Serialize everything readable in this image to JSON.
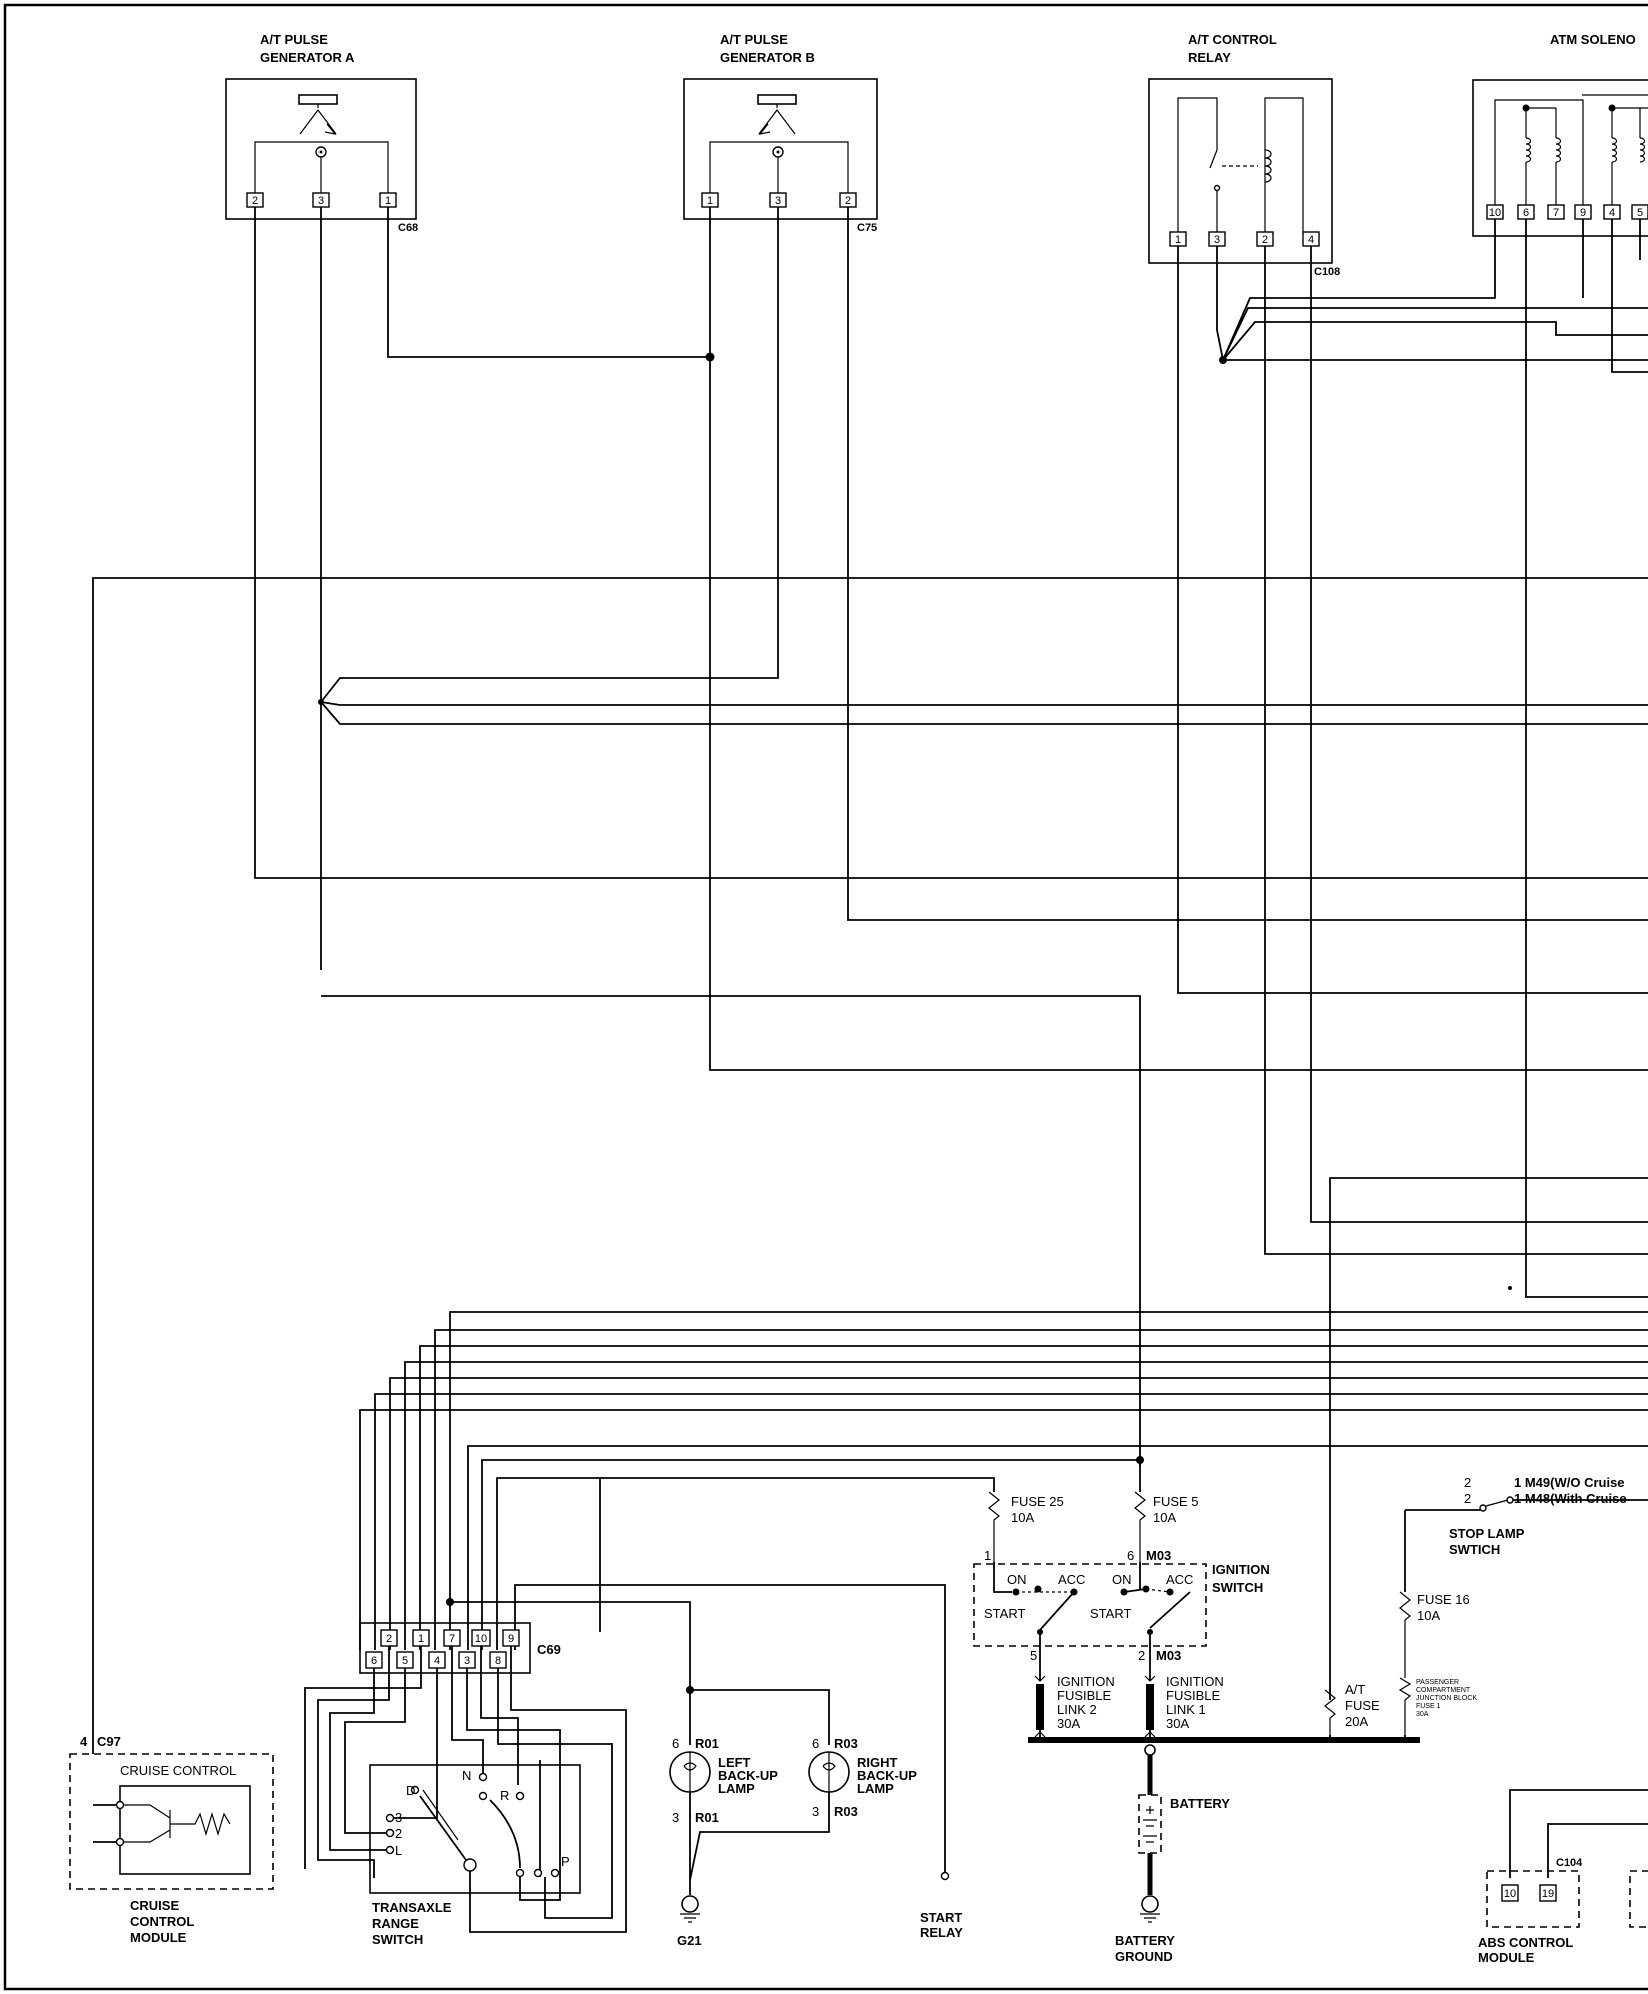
{
  "components": {
    "pulse_gen_a": {
      "title_1": "A/T PULSE",
      "title_2": "GENERATOR A",
      "connector": "C68",
      "pins": [
        "2",
        "3",
        "1"
      ]
    },
    "pulse_gen_b": {
      "title_1": "A/T PULSE",
      "title_2": "GENERATOR B",
      "connector": "C75",
      "pins": [
        "1",
        "3",
        "2"
      ]
    },
    "control_relay": {
      "title_1": "A/T CONTROL",
      "title_2": "RELAY",
      "connector": "C108",
      "pins": [
        "1",
        "3",
        "2",
        "4"
      ]
    },
    "atm_solenoid": {
      "title": "ATM SOLENO",
      "pins": [
        "10",
        "6",
        "7",
        "9",
        "4",
        "5"
      ]
    },
    "range_switch": {
      "connector": "C69",
      "top_pins": [
        "2",
        "1",
        "7",
        "10",
        "9"
      ],
      "bottom_pins": [
        "6",
        "5",
        "4",
        "3",
        "8"
      ],
      "positions": [
        "3",
        "2",
        "L",
        "D",
        "N",
        "R",
        "P"
      ],
      "label_1": "TRANSAXLE",
      "label_2": "RANGE",
      "label_3": "SWITCH"
    },
    "cruise": {
      "pin": "4",
      "connector": "C97",
      "inner": "CRUISE CONTROL",
      "label_1": "CRUISE",
      "label_2": "CONTROL",
      "label_3": "MODULE"
    },
    "left_lamp": {
      "pin_top": "6",
      "conn_top": "R01",
      "pin_bot": "3",
      "conn_bot": "R01",
      "label_1": "LEFT",
      "label_2": "BACK-UP",
      "label_3": "LAMP"
    },
    "right_lamp": {
      "pin_top": "6",
      "conn_top": "R03",
      "pin_bot": "3",
      "conn_bot": "R03",
      "label_1": "RIGHT",
      "label_2": "BACK-UP",
      "label_3": "LAMP"
    },
    "ground_g21": "G21",
    "start_relay": {
      "label_1": "START",
      "label_2": "RELAY"
    },
    "fuse25": {
      "name": "FUSE 25",
      "rating": "10A",
      "pin": "1"
    },
    "fuse5": {
      "name": "FUSE 5",
      "rating": "10A",
      "pin": "6",
      "conn": "M03"
    },
    "ignition": {
      "label_1": "IGNITION",
      "label_2": "SWITCH",
      "on": "ON",
      "acc": "ACC",
      "start": "START",
      "pin_5": "5",
      "pin_2": "2",
      "conn_bottom": "M03"
    },
    "link2": {
      "l1": "IGNITION",
      "l2": "FUSIBLE",
      "l3": "LINK 2",
      "rating": "30A"
    },
    "link1": {
      "l1": "IGNITION",
      "l2": "FUSIBLE",
      "l3": "LINK 1",
      "rating": "30A"
    },
    "at_fuse": {
      "l1": "A/T",
      "l2": "FUSE",
      "rating": "20A"
    },
    "fuse16": {
      "name": "FUSE 16",
      "rating": "10A"
    },
    "pjb": {
      "l1": "PASSENGER",
      "l2": "COMPARTMENT",
      "l3": "JUNCTION BLOCK",
      "l4": "FUSE 1",
      "l5": "30A"
    },
    "stop_lamp": {
      "label_1": "STOP LAMP",
      "label_2": "SWTICH",
      "row1_pin": "2",
      "row1_text": "1 M49(W/O Cruise",
      "row2_pin": "2",
      "row2_text": "1 M48(With Cruise"
    },
    "battery": {
      "label": "BATTERY",
      "ground_1": "BATTERY",
      "ground_2": "GROUND"
    },
    "abs": {
      "connector": "C104",
      "pins": [
        "10",
        "19"
      ],
      "label_1": "ABS CONTROL",
      "label_2": "MODULE"
    }
  }
}
